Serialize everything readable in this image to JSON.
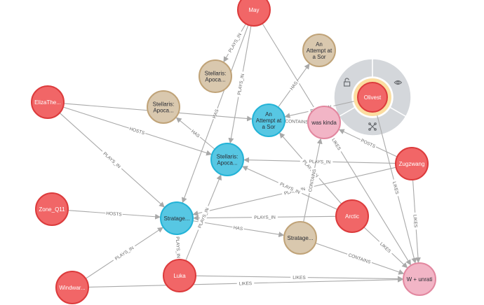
{
  "colors": {
    "person": {
      "fill": "#f16667",
      "stroke": "#dc3b3c",
      "text": "#ffffff"
    },
    "game": {
      "fill": "#57c7e3",
      "stroke": "#23b3d7",
      "text": "#2a2c34"
    },
    "post": {
      "fill": "#d9c8ae",
      "stroke": "#c0a378",
      "text": "#2a2c34"
    },
    "comment": {
      "fill": "#f2b5c6",
      "stroke": "#e2879f",
      "text": "#2a2c34"
    },
    "selected_halo": "#fbdda0",
    "edge": "#a9a9a9"
  },
  "nodes": [
    {
      "id": "may",
      "lines": [
        "May"
      ],
      "type": "person"
    },
    {
      "id": "attempt_post",
      "lines": [
        "An",
        "Attempt at",
        "a Sor"
      ],
      "type": "post"
    },
    {
      "id": "stellaris_post1",
      "lines": [
        "Stellaris:",
        "Apoca..."
      ],
      "type": "post"
    },
    {
      "id": "stellaris_post2",
      "lines": [
        "Stellaris:",
        "Apoca..."
      ],
      "type": "post"
    },
    {
      "id": "elizathe",
      "lines": [
        "ElizaThe..."
      ],
      "type": "person"
    },
    {
      "id": "attempt_game",
      "lines": [
        "An",
        "Attempt at",
        "a Sor"
      ],
      "type": "game"
    },
    {
      "id": "was_kinda",
      "lines": [
        "was kinda"
      ],
      "type": "comment"
    },
    {
      "id": "olivest",
      "lines": [
        "Olivest"
      ],
      "type": "person",
      "selected": true
    },
    {
      "id": "stellaris_game",
      "lines": [
        "Stellaris:",
        "Apoca..."
      ],
      "type": "game"
    },
    {
      "id": "zugzwang",
      "lines": [
        "Zugzwang"
      ],
      "type": "person"
    },
    {
      "id": "zone",
      "lines": [
        "Zone_Q11"
      ],
      "type": "person"
    },
    {
      "id": "stratage_game",
      "lines": [
        "Stratage..."
      ],
      "type": "game"
    },
    {
      "id": "arctic",
      "lines": [
        "Arctic"
      ],
      "type": "person"
    },
    {
      "id": "stratage_post",
      "lines": [
        "Stratage..."
      ],
      "type": "post"
    },
    {
      "id": "luka",
      "lines": [
        "Luka"
      ],
      "type": "person"
    },
    {
      "id": "windwar",
      "lines": [
        "Windwar..."
      ],
      "type": "person"
    },
    {
      "id": "w_unrati",
      "lines": [
        "W + unrati"
      ],
      "type": "comment"
    }
  ],
  "edges": [
    {
      "from": "may",
      "to": "stellaris_post1",
      "label": "PLAYS_IN"
    },
    {
      "from": "may",
      "to": "stellaris_game",
      "label": "PLAYS_IN"
    },
    {
      "from": "may",
      "to": "stratage_game",
      "label": "HAS"
    },
    {
      "from": "may",
      "to": "w_unrati",
      "label": "LIKES"
    },
    {
      "from": "attempt_game",
      "to": "attempt_post",
      "label": "HAS"
    },
    {
      "from": "stellaris_game",
      "to": "stellaris_post2",
      "label": "HAS"
    },
    {
      "from": "elizathe",
      "to": "attempt_game",
      "label": ""
    },
    {
      "from": "elizathe",
      "to": "stellaris_game",
      "label": "HOSTS"
    },
    {
      "from": "elizathe",
      "to": "stratage_game",
      "label": "PLAYS_IN"
    },
    {
      "from": "olivest",
      "to": "attempt_game",
      "label": "PLAYS_IN"
    },
    {
      "from": "zugzwang",
      "to": "was_kinda",
      "label": "POSTS"
    },
    {
      "from": "zugzwang",
      "to": "stellaris_game",
      "label": "PLAYS_IN"
    },
    {
      "from": "zugzwang",
      "to": "stratage_game",
      "label": "PLAYS_IN"
    },
    {
      "from": "zugzwang",
      "to": "w_unrati",
      "label": "LIKES"
    },
    {
      "from": "was_kinda",
      "to": "attempt_game",
      "label": "CONTAINS"
    },
    {
      "from": "arctic",
      "to": "attempt_game",
      "label": "PLAYS_IN"
    },
    {
      "from": "arctic",
      "to": "stellaris_game",
      "label": "PLAYS_IN"
    },
    {
      "from": "arctic",
      "to": "stratage_game",
      "label": "PLAYS_IN"
    },
    {
      "from": "arctic",
      "to": "w_unrati",
      "label": "LIKES"
    },
    {
      "from": "stratage_post",
      "to": "was_kinda",
      "label": "CONTAINS"
    },
    {
      "from": "stratage_post",
      "to": "w_unrati",
      "label": "CONTAINS"
    },
    {
      "from": "stratage_game",
      "to": "stratage_post",
      "label": "HAS"
    },
    {
      "from": "zone",
      "to": "stratage_game",
      "label": "HOSTS"
    },
    {
      "from": "luka",
      "to": "stratage_game",
      "label": "PLAYS_IN"
    },
    {
      "from": "luka",
      "to": "stellaris_game",
      "label": "PLAYS_IN"
    },
    {
      "from": "luka",
      "to": "w_unrati",
      "label": "LIKES"
    },
    {
      "from": "windwar",
      "to": "stratage_game",
      "label": "PLAYS_IN"
    },
    {
      "from": "windwar",
      "to": "w_unrati",
      "label": "LIKES"
    },
    {
      "from": "olivest",
      "to": "w_unrati",
      "label": "LIKES"
    }
  ],
  "ring_menu": {
    "target": "olivest",
    "items": [
      {
        "name": "lock-icon"
      },
      {
        "name": "eye-icon"
      },
      {
        "name": "expand-icon"
      }
    ]
  }
}
